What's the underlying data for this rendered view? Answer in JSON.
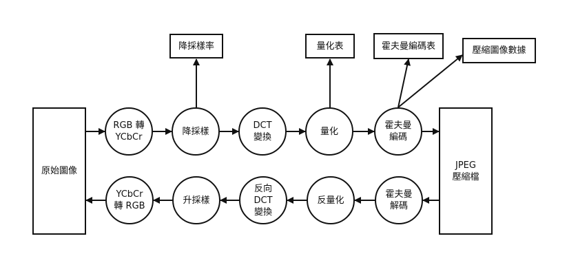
{
  "diagram": {
    "source_image": "原始圖像",
    "output_file": "JPEG\n壓縮檔",
    "encode_steps": [
      "RGB 轉\nYCbCr",
      "降採樣",
      "DCT\n變換",
      "量化",
      "霍夫曼\n編碼"
    ],
    "decode_steps": [
      "霍夫曼\n解碼",
      "反量化",
      "反向\nDCT\n變換",
      "升採樣",
      "YCbCr\n轉 RGB"
    ],
    "side_outputs": {
      "downsample": "降採樣率",
      "quantize": "量化表",
      "huffman_table": "霍夫曼編碼表",
      "compressed_data": "壓縮圖像數據"
    }
  }
}
